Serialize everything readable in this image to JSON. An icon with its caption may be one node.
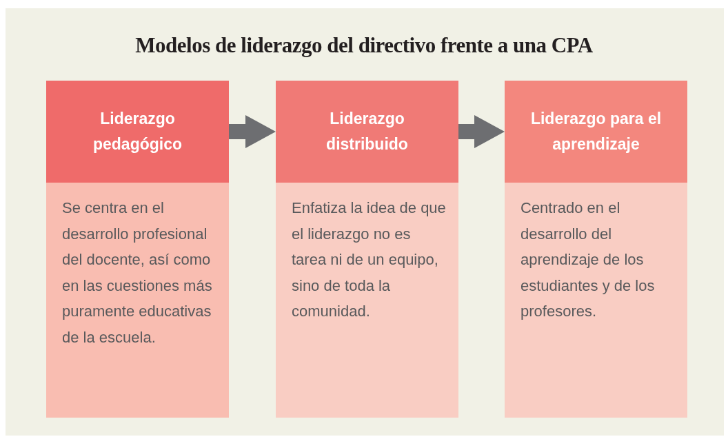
{
  "diagram": {
    "title": "Modelos de liderazgo del directivo frente a una CPA",
    "nodes": [
      {
        "text": [
          "Liderazgo pedagógico",
          "Se centra en el desarrollo profesional del docente, así como en las cuestiones más puramente educativas de la escuela."
        ]
      },
      {
        "text": [
          "Liderazgo distribuido",
          "Enfatiza la idea de que el liderazgo no es tarea ni de un equipo, sino de toda la comunidad."
        ]
      },
      {
        "text": [
          "Liderazgo para el aprendizaje",
          "Centrado en el desarrollo del aprendizaje de los estudiantes y de los profesores."
        ]
      }
    ],
    "edges": [
      {
        "from": 0,
        "to": 1,
        "arrow": "to",
        "style": "thick"
      },
      {
        "from": 1,
        "to": 2,
        "arrow": "to",
        "style": "thick"
      }
    ]
  }
}
